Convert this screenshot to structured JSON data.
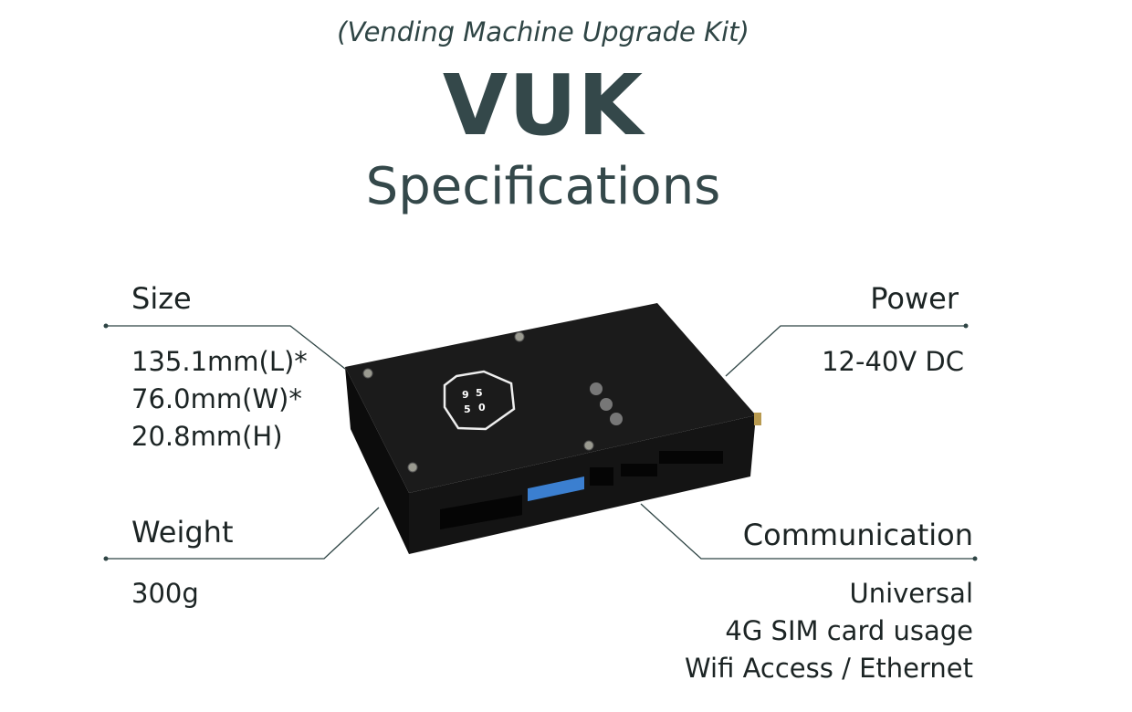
{
  "header": {
    "subtitle": "(Vending Machine Upgrade Kit)",
    "brand": "VUK",
    "title": "Specifications"
  },
  "specs": {
    "size": {
      "label": "Size",
      "values": [
        "135.1mm(L)*",
        "76.0mm(W)*",
        "20.8mm(H)"
      ]
    },
    "weight": {
      "label": "Weight",
      "values": [
        "300g"
      ]
    },
    "power": {
      "label": "Power",
      "values": [
        "12-40V DC"
      ]
    },
    "communication": {
      "label": "Communication",
      "values": [
        "Universal",
        "4G SIM card usage",
        "Wifi Access / Ethernet"
      ]
    }
  },
  "device": {
    "logo_text": [
      "9",
      "5",
      "5",
      "0"
    ],
    "colors": {
      "body": "#161616",
      "connector_blue": "#3b7fd0",
      "line": "#2f4545"
    }
  }
}
